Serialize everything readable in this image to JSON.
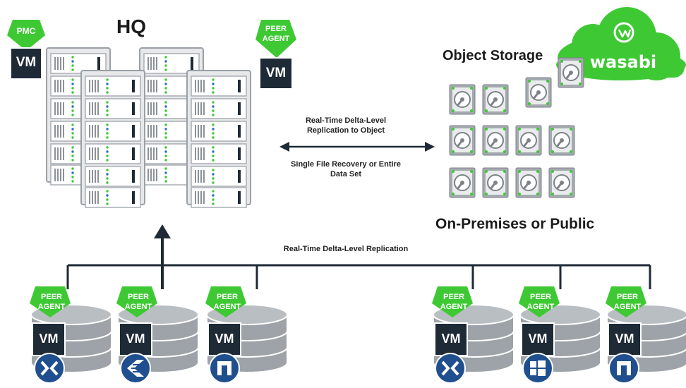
{
  "hq": {
    "title": "HQ",
    "pmc_badge": "PMC",
    "vm_label": "VM",
    "peer_agent_badge": "PEER AGENT"
  },
  "object_storage": {
    "title": "Object Storage",
    "cloud_brand": "wasabi",
    "subtitle": "On-Premises or Public"
  },
  "links": {
    "replication_to_object": "Real-Time Delta-Level Replication to Object",
    "recovery": "Single File Recovery or Entire Data Set",
    "site_replication": "Real-Time Delta-Level Replication"
  },
  "sites": [
    {
      "badge": "PEER AGENT",
      "vm": "VM",
      "platform_icon": "nutanix-icon"
    },
    {
      "badge": "PEER AGENT",
      "vm": "VM",
      "platform_icon": "emc-isilon-icon"
    },
    {
      "badge": "PEER AGENT",
      "vm": "VM",
      "platform_icon": "netapp-icon"
    },
    {
      "badge": "PEER AGENT",
      "vm": "VM",
      "platform_icon": "nutanix-icon"
    },
    {
      "badge": "PEER AGENT",
      "vm": "VM",
      "platform_icon": "windows-icon"
    },
    {
      "badge": "PEER AGENT",
      "vm": "VM",
      "platform_icon": "netapp-icon"
    }
  ],
  "colors": {
    "green": "#3ec934",
    "dark_navy": "#1e2a36",
    "server_gray": "#d7d9db",
    "disk_gray": "#9da3a8"
  }
}
